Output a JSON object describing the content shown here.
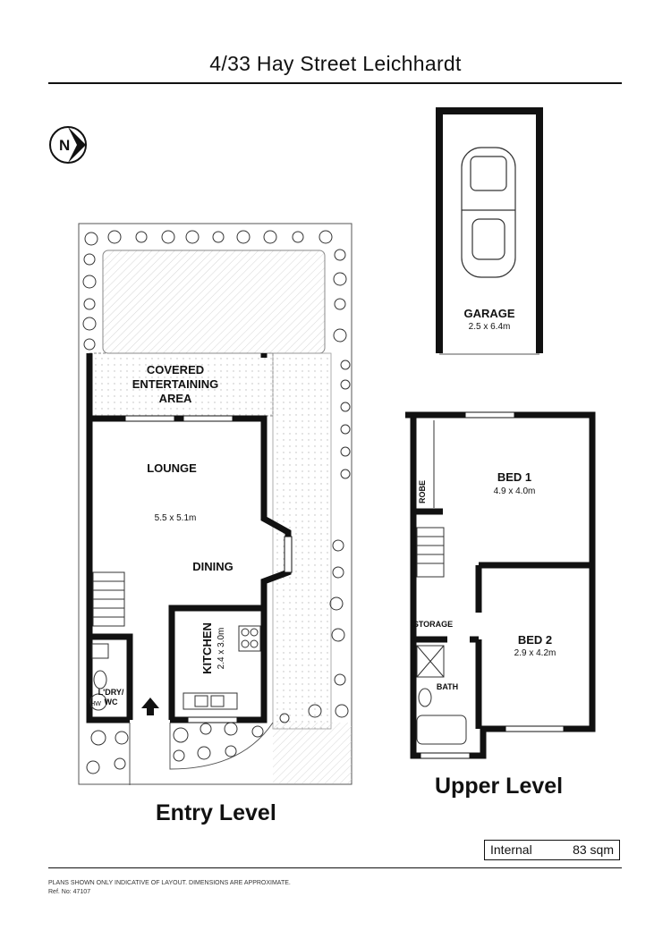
{
  "title": "4/33 Hay Street Leichhardt",
  "compass": {
    "letter": "N",
    "icon": "north-arrow-icon"
  },
  "rooms": {
    "garage": {
      "name": "GARAGE",
      "dims": "2.5 x 6.4m"
    },
    "covered": {
      "line1": "COVERED",
      "line2": "ENTERTAINING",
      "line3": "AREA"
    },
    "lounge": {
      "name": "LOUNGE"
    },
    "lounge_dims": "5.5 x 5.1m",
    "dining": {
      "name": "DINING"
    },
    "kitchen": {
      "name": "KITCHEN",
      "dims": "2.4 x 3.0m"
    },
    "laundry": {
      "line1": "L'DRY/",
      "line2": "WC"
    },
    "hw": "HW",
    "robe": "ROBE",
    "bed1": {
      "name": "BED 1",
      "dims": "4.9 x 4.0m"
    },
    "bed2": {
      "name": "BED 2",
      "dims": "2.9 x 4.2m"
    },
    "storage": "STORAGE",
    "bath": "BATH"
  },
  "levels": {
    "entry": "Entry Level",
    "upper": "Upper Level"
  },
  "area": {
    "label": "Internal",
    "value": "83 sqm"
  },
  "footer": {
    "disclaimer": "PLANS SHOWN ONLY INDICATIVE OF LAYOUT. DIMENSIONS ARE APPROXIMATE.",
    "ref": "Ref. No: 47107"
  }
}
